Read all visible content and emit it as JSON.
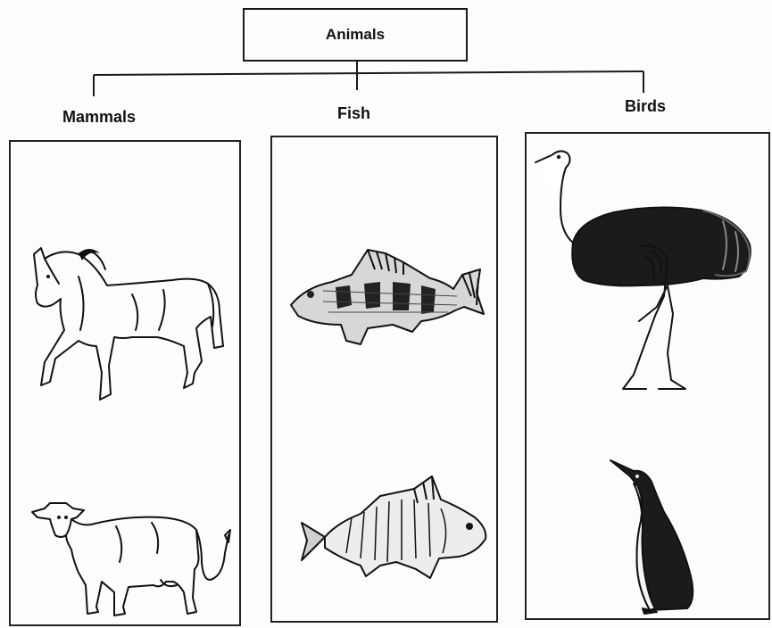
{
  "diagram": {
    "root": {
      "label": "Animals"
    },
    "categories": [
      {
        "label": "Mammals",
        "animals": [
          "horse-icon",
          "cow-icon"
        ]
      },
      {
        "label": "Fish",
        "animals": [
          "perch-icon",
          "drum-fish-icon"
        ]
      },
      {
        "label": "Birds",
        "animals": [
          "ostrich-icon",
          "penguin-icon"
        ]
      }
    ]
  }
}
